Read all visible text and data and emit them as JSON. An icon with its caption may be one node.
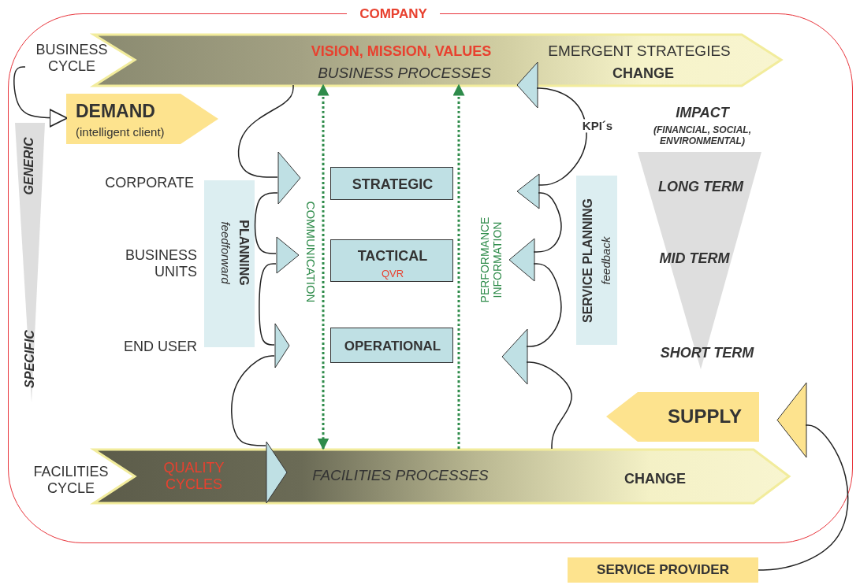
{
  "diagram": {
    "nodes": [
      {
        "text": [
          "COMPANY"
        ]
      },
      {
        "text": [
          "VISION, MISSION, VALUES",
          "BUSINESS PROCESSES",
          "EMERGENT STRATEGIES",
          "CHANGE"
        ],
        "in": 0
      },
      {
        "text": [
          "DEMAND",
          "(intelligent client)"
        ],
        "in": 0
      },
      {
        "text": [
          "STRATEGIC"
        ],
        "in": 0
      },
      {
        "text": [
          "TACTICAL",
          "QVR"
        ],
        "in": 0
      },
      {
        "text": [
          "OPERATIONAL"
        ],
        "in": 0
      },
      {
        "text": [
          "QUALITY CYCLES",
          "FACILITIES PROCESSES",
          "CHANGE"
        ],
        "in": 0
      },
      {
        "text": [
          "SUPPLY"
        ],
        "in": 0
      },
      {
        "text": [
          "SERVICE PROVIDER"
        ]
      },
      {
        "text": [
          "PLANNING",
          "feedforward"
        ],
        "in": 0
      },
      {
        "text": [
          "SERVICE PLANNING",
          "feedback"
        ],
        "in": 0
      },
      {
        "text": [
          "IMPACT",
          "(FINANCIAL, SOCIAL, ENVIRONMENTAL)",
          "LONG TERM",
          "MID TERM",
          "SHORT TERM"
        ],
        "in": 0
      },
      {
        "text": [
          "GENERIC",
          "SPECIFIC"
        ],
        "in": 0
      },
      {
        "text": [
          "BUSINESS CYCLE"
        ],
        "in": 0
      },
      {
        "text": [],
        "shape": "triangle",
        "in": 0
      },
      {
        "text": [],
        "shape": "triangle",
        "in": 0
      },
      {
        "text": [],
        "shape": "triangle",
        "in": 0
      },
      {
        "text": [],
        "shape": "triangle",
        "in": 0
      },
      {
        "text": [],
        "shape": "triangle",
        "in": 0
      },
      {
        "text": [],
        "shape": "triangle",
        "in": 0
      },
      {
        "text": [],
        "shape": "triangle",
        "in": 0
      },
      {
        "text": [],
        "shape": "triangle",
        "in": 0
      },
      {
        "text": [],
        "shape": "triangle",
        "in": 0
      }
    ],
    "edges": [
      {
        "from": 13,
        "to": 2,
        "arrow": "to"
      },
      {
        "from": 1,
        "to": 14,
        "arrow": "none"
      },
      {
        "from": 14,
        "to": 15,
        "arrow": "none"
      },
      {
        "from": 15,
        "to": 16,
        "arrow": "none"
      },
      {
        "from": 16,
        "to": 17,
        "arrow": "none"
      },
      {
        "from": 6,
        "to": 21,
        "arrow": "none"
      },
      {
        "from": 21,
        "to": 20,
        "arrow": "none"
      },
      {
        "from": 20,
        "to": 19,
        "arrow": "none"
      },
      {
        "from": 19,
        "to": 18,
        "arrow": "none",
        "label": "KPI´s"
      },
      {
        "from": 8,
        "to": 22,
        "arrow": "none"
      },
      {
        "from": 6,
        "to": 1,
        "arrow": "both",
        "label": "COMMUNICATION",
        "style": "dashed",
        "color": "#2e8b4a"
      },
      {
        "from": 6,
        "to": 1,
        "arrow": "to",
        "label": "PERFORMANCE INFORMATION",
        "style": "dashed",
        "color": "#2e8b4a"
      }
    ],
    "labels": [
      "CORPORATE",
      "BUSINESS UNITS",
      "END USER",
      "FACILITIES CYCLE"
    ]
  }
}
